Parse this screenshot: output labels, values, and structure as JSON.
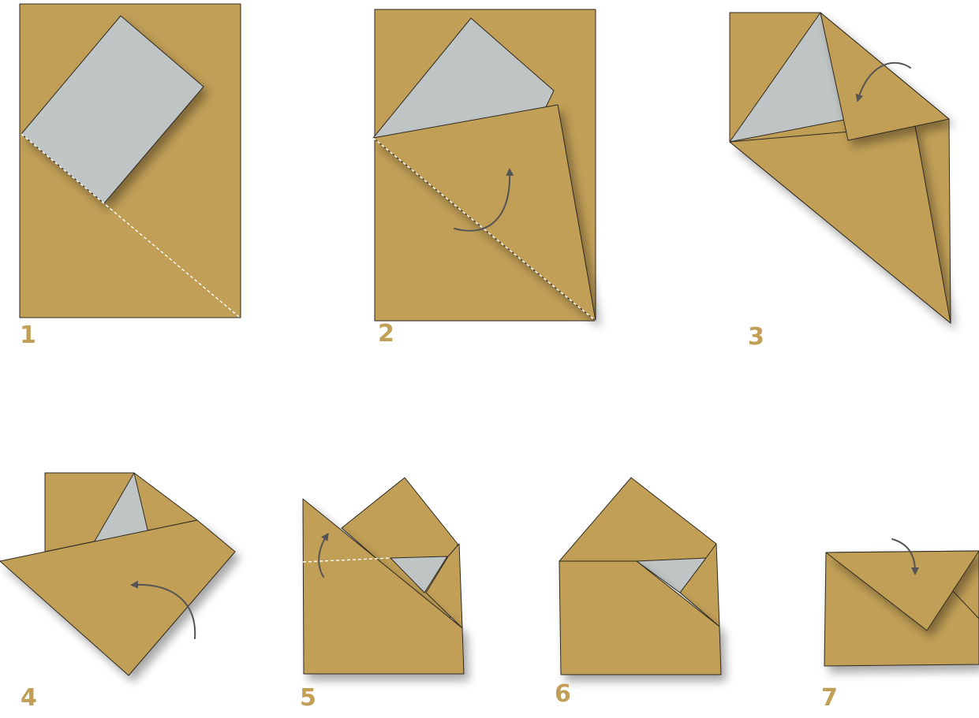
{
  "colors": {
    "paper": "#c19f57",
    "paper_dark": "#a98a45",
    "insert": "#bfc5c4",
    "number": "#c19f57",
    "arrow": "#555555",
    "fold_line": "#ffffff"
  },
  "steps": [
    {
      "number": "1"
    },
    {
      "number": "2"
    },
    {
      "number": "3"
    },
    {
      "number": "4"
    },
    {
      "number": "5"
    },
    {
      "number": "6"
    },
    {
      "number": "7"
    }
  ]
}
